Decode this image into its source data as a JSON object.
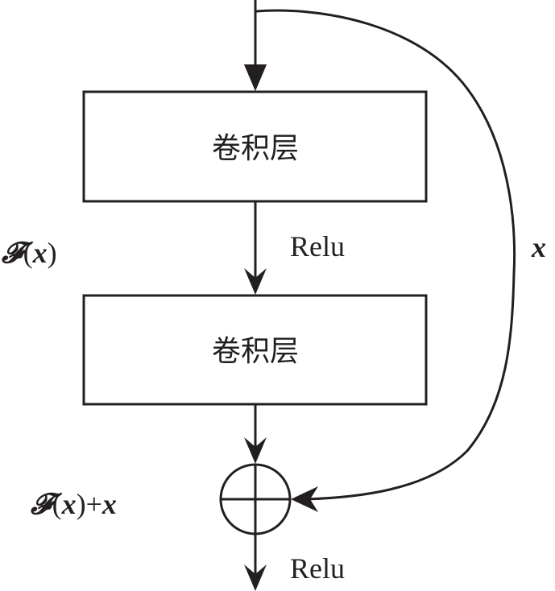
{
  "diagram": {
    "type": "residual-block",
    "layers": [
      {
        "label": "卷积层"
      },
      {
        "label": "卷积层"
      }
    ],
    "activations": {
      "between_layers": "Relu",
      "output": "Relu"
    },
    "labels": {
      "residual_function_F": "𝓕",
      "residual_open": "(",
      "residual_x": "x",
      "residual_close": ")",
      "sum_F": "𝓕",
      "sum_open": "(",
      "sum_x": "x",
      "sum_close": ")",
      "sum_plus": "+",
      "sum_x2": "x",
      "shortcut": "x"
    },
    "operator": {
      "symbol": "plus-circle",
      "meaning": "element-wise addition"
    },
    "colors": {
      "stroke": "#231f20",
      "background": "#ffffff"
    }
  }
}
